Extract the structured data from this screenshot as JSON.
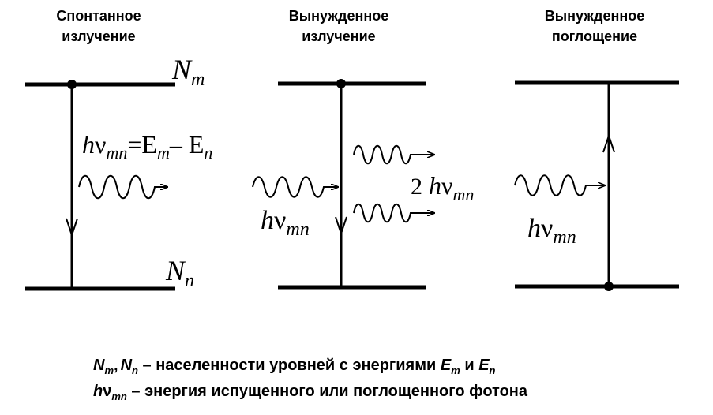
{
  "panels": [
    {
      "title_line1": "Спонтанное",
      "title_line2": "излучение"
    },
    {
      "title_line1": "Вынужденное",
      "title_line2": "излучение"
    },
    {
      "title_line1": "Вынужденное",
      "title_line2": "поглощение"
    }
  ],
  "labels": {
    "upper_N": "N",
    "upper_sub": "m",
    "lower_N": "N",
    "lower_sub": "n",
    "h": "h",
    "nu": "ν",
    "nu_sub": "mn",
    "formula_eq": "=E",
    "formula_sub_m": "m",
    "formula_minus": "– E",
    "formula_sub_n": "n",
    "two": "2"
  },
  "caption": {
    "line1": {
      "sym1": "N",
      "sub1": "m",
      "comma": ",",
      "sym2": "N",
      "sub2": "n",
      "text": " – населенности уровней с энергиями ",
      "sym3": "E",
      "sub3": "m",
      "and": " и ",
      "sym4": "E",
      "sub4": "n"
    },
    "line2": {
      "h": "h",
      "nu": "ν",
      "sub": "mn",
      "text": " – энергия испущенного или поглощенного фотона"
    }
  }
}
